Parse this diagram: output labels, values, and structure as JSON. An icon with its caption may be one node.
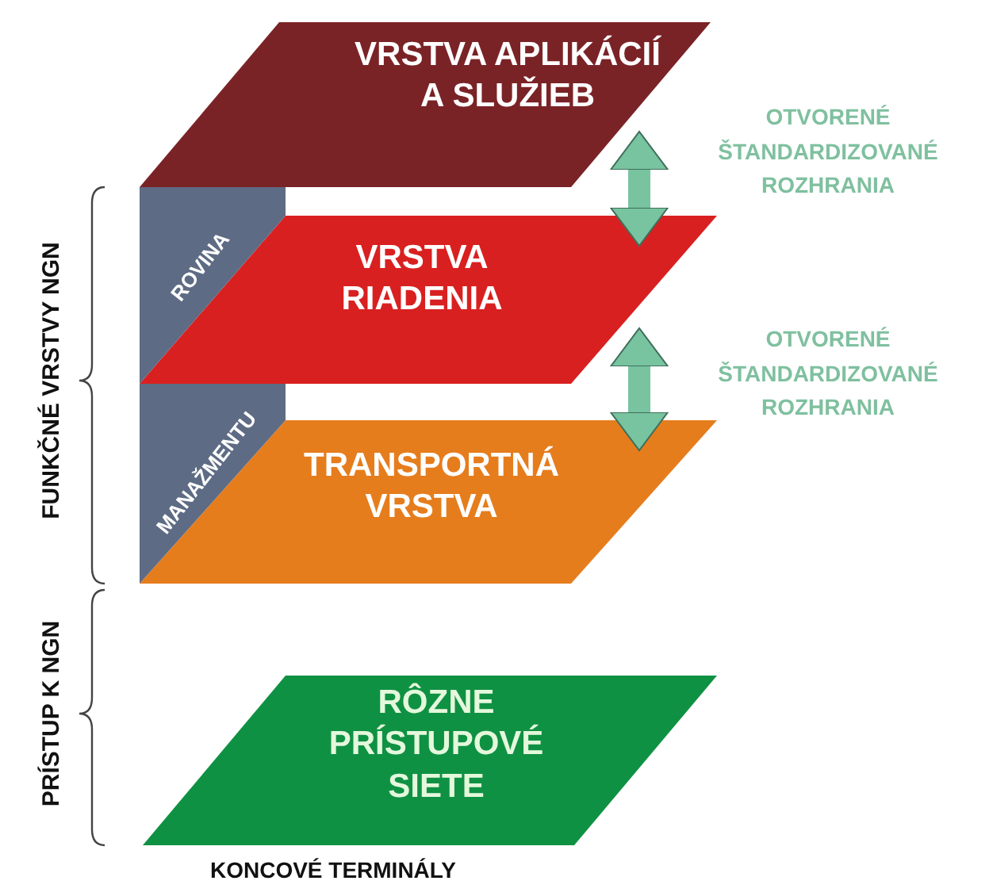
{
  "diagram": {
    "nodes": [
      {
        "text": [
          "VRSTVA APLIKÁCIÍ A SLUŽIEB"
        ]
      },
      {
        "text": [
          "ROVINA",
          "MANAŽMENTU"
        ]
      },
      {
        "text": [
          "VRSTVA RIADENIA"
        ]
      },
      {
        "text": [
          "TRANSPORTNÁ VRSTVA"
        ]
      },
      {
        "text": [
          "RÔZNE PRÍSTUPOVÉ SIETE"
        ]
      }
    ],
    "edges": [
      {
        "from": 0,
        "to": 2,
        "arrow": "both",
        "label": "OTVORENÉ ŠTANDARDIZOVANÉ ROZHRANIA"
      },
      {
        "from": 2,
        "to": 3,
        "arrow": "both",
        "label": "OTVORENÉ ŠTANDARDIZOVANÉ ROZHRANIA"
      }
    ],
    "labels": [
      "FUNKČNÉ VRSTVY NGN",
      "PRÍSTUP K NGN",
      "KONCOVÉ TERMINÁLY"
    ]
  }
}
